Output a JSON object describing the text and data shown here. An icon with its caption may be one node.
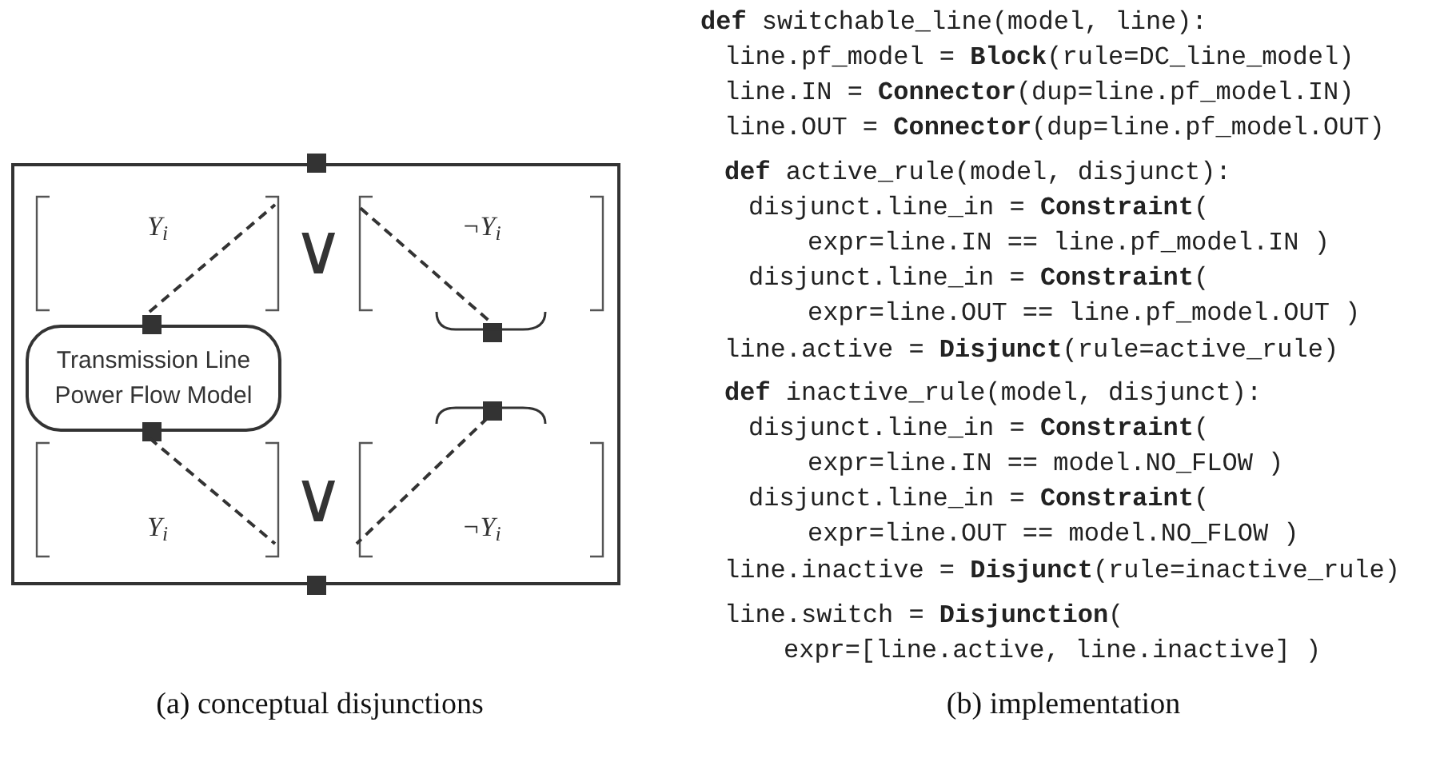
{
  "diagram": {
    "nodes": [
      {
        "text": [],
        "shape": "box"
      },
      {
        "text": [],
        "shape": "box"
      },
      {
        "text": [
          "Y$_{i}$"
        ],
        "in": 0
      },
      {
        "text": [
          "¬Y$_{i}$"
        ],
        "in": 0
      },
      {
        "text": [],
        "shape": "box",
        "in": 0
      },
      {
        "text": [
          "Transmission Line Power Flow Model"
        ],
        "in": 0
      },
      {
        "text": [],
        "shape": "box",
        "in": 0
      },
      {
        "text": [],
        "shape": "box",
        "in": 0
      },
      {
        "text": [],
        "shape": "box",
        "in": 0
      },
      {
        "text": [
          "Y$_{i}$"
        ],
        "in": 0
      },
      {
        "text": [
          "¬Y$_{i}$"
        ],
        "in": 0
      },
      {
        "text": [],
        "shape": "box"
      }
    ],
    "edges": [
      {
        "from": 4,
        "to": 2,
        "arrow": "none",
        "style": "dashed"
      },
      {
        "from": 6,
        "to": 3,
        "arrow": "none",
        "style": "dashed"
      },
      {
        "from": 7,
        "to": 9,
        "arrow": "none",
        "style": "dashed"
      },
      {
        "from": 8,
        "to": 10,
        "arrow": "none",
        "style": "dashed"
      }
    ],
    "labels": [
      "∨",
      "∨",
      "**def** switchable_line(model, line):",
      "line.pf_model = **Block**(rule=DC_line_model)",
      "line.IN = **Connector**(dup=line.pf_model.IN)",
      "line.OUT = **Connector**(dup=line.pf_model.OUT)",
      "**def** active_rule(model, disjunct):",
      "disjunct.line_in = **Constraint**(",
      "expr=line.IN == line.pf_model.IN )",
      "disjunct.line_in = **Constraint**(",
      "expr=line.OUT == line.pf_model.OUT )",
      "line.active = **Disjunct**(rule=active_rule)",
      "**def** inactive_rule(model, disjunct):",
      "disjunct.line_in = **Constraint**(",
      "expr=line.IN == model.NO_FLOW )",
      "disjunct.line_in = **Constraint**(",
      "expr=line.OUT == model.NO_FLOW )",
      "line.inactive = **Disjunct**(rule=inactive_rule)",
      "line.switch = **Disjunction**(",
      "expr=[line.active, line.inactive] )",
      "(a) conceptual disjunctions",
      "(b) implementation"
    ]
  }
}
